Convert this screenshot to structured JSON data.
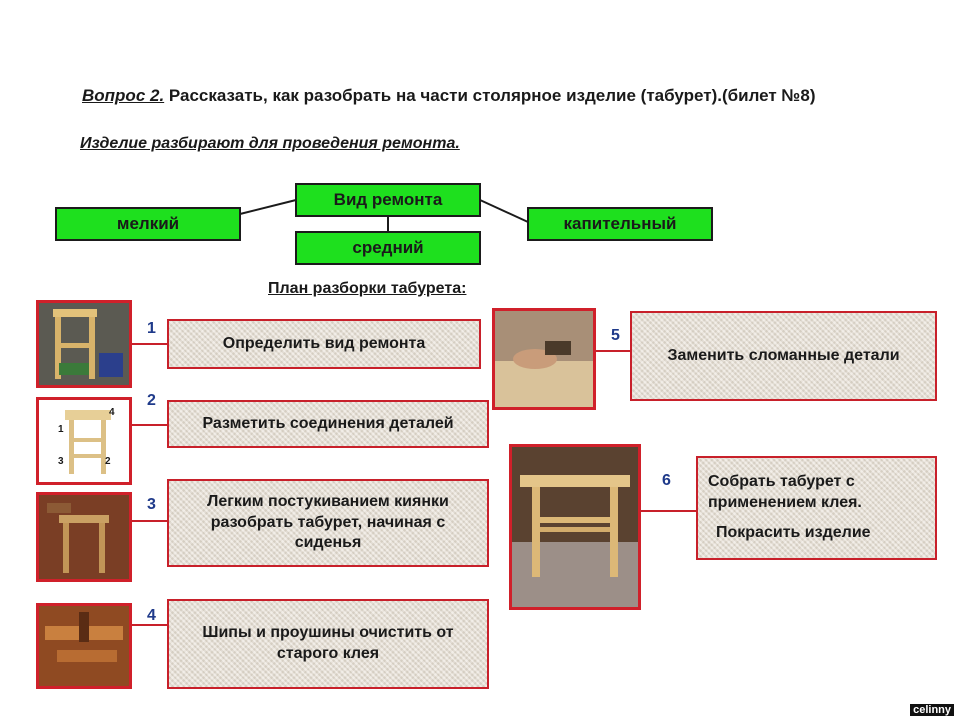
{
  "header": {
    "question_label": "Вопрос 2.",
    "question_text": " Рассказать, как разобрать на части столярное изделие (табурет).(билет №8)",
    "subtitle": "Изделие разбирают для проведения  ремонта."
  },
  "repair_types": {
    "root": "Вид ремонта",
    "left": "мелкий",
    "middle": "средний",
    "right": "капительный"
  },
  "plan_title": "План разборки табурета:",
  "steps": [
    {
      "num": "1",
      "text": "Определить вид ремонта"
    },
    {
      "num": "2",
      "text": "Разметить соединения деталей"
    },
    {
      "num": "3",
      "text": "Легким постукиванием киянки разобрать  табурет, начиная с сиденья"
    },
    {
      "num": "4",
      "text": "Шипы и проушины очистить от старого клея"
    },
    {
      "num": "5",
      "text": "Заменить сломанные детали"
    },
    {
      "num": "6",
      "text_line1": "Собрать табурет с применением  клея.",
      "text_line2": "Покрасить изделие"
    }
  ],
  "sketch_labels": {
    "a": "4",
    "b": "1",
    "c": "3",
    "d": "2"
  },
  "colors": {
    "green": "#1ee01e",
    "red_border": "#c8202a",
    "number_blue": "#1f3a8a"
  },
  "watermark": "celinny"
}
